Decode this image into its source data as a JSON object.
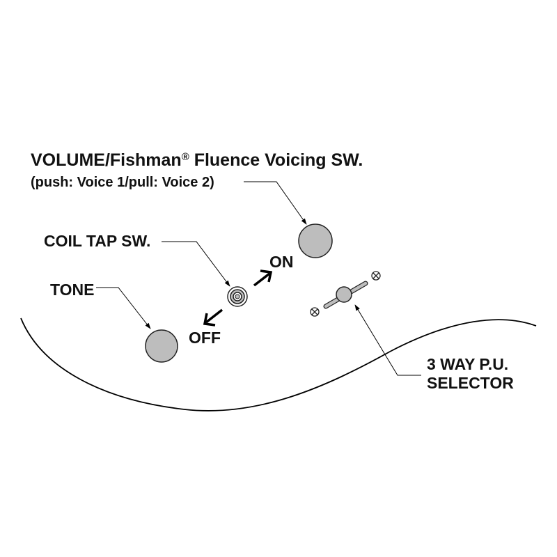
{
  "labels": {
    "volume_line1": "VOLUME/Fishman",
    "volume_reg": "®",
    "volume_line1_rest": " Fluence Voicing SW.",
    "volume_line2": "(push: Voice 1/pull: Voice 2)",
    "coil_tap": "COIL TAP SW.",
    "tone": "TONE",
    "on": "ON",
    "off": "OFF",
    "selector_line1": "3 WAY P.U.",
    "selector_line2": "SELECTOR"
  },
  "colors": {
    "knob_fill": "#bdbdbd",
    "outline": "#000000",
    "text": "#111111",
    "background": "#ffffff"
  },
  "icons": {
    "knob": "round-knob",
    "switch": "mini-toggle-switch",
    "screw": "phillips-screw",
    "arrow": "direction-arrow"
  }
}
